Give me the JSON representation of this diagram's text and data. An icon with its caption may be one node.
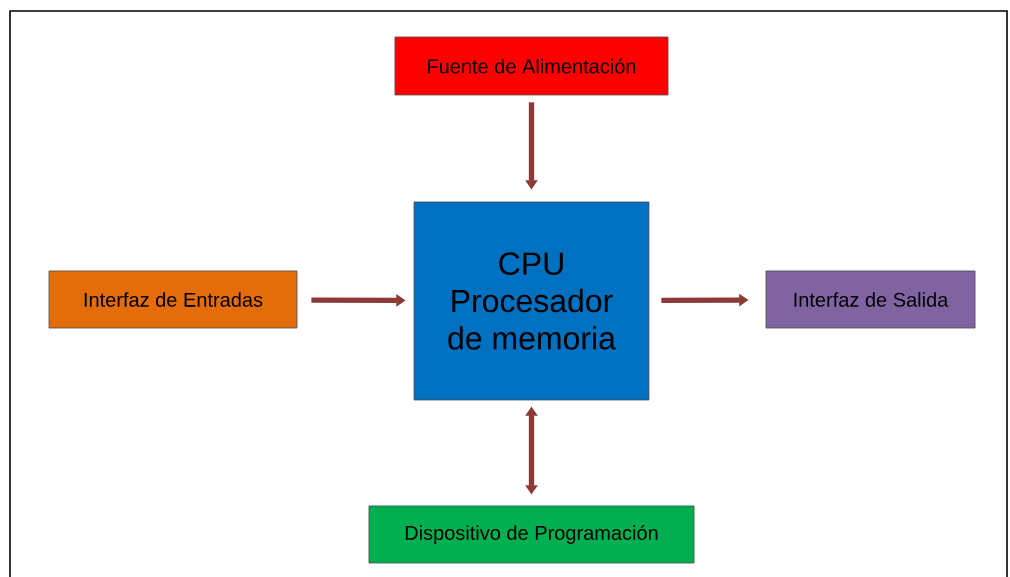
{
  "diagram": {
    "nodes": [
      {
        "text": [
          "Fuente de Alimentación"
        ]
      },
      {
        "text": [
          "CPU Procesador de memoria"
        ]
      },
      {
        "text": [
          "Interfaz de Entradas"
        ]
      },
      {
        "text": [
          "Interfaz de Salida"
        ]
      },
      {
        "text": [
          "Dispositivo de Programación"
        ]
      }
    ],
    "edges": [
      {
        "from": 0,
        "to": 1,
        "arrow": "to"
      },
      {
        "from": 2,
        "to": 1,
        "arrow": "to"
      },
      {
        "from": 1,
        "to": 3,
        "arrow": "to"
      },
      {
        "from": 1,
        "to": 4,
        "arrow": "both"
      }
    ]
  }
}
